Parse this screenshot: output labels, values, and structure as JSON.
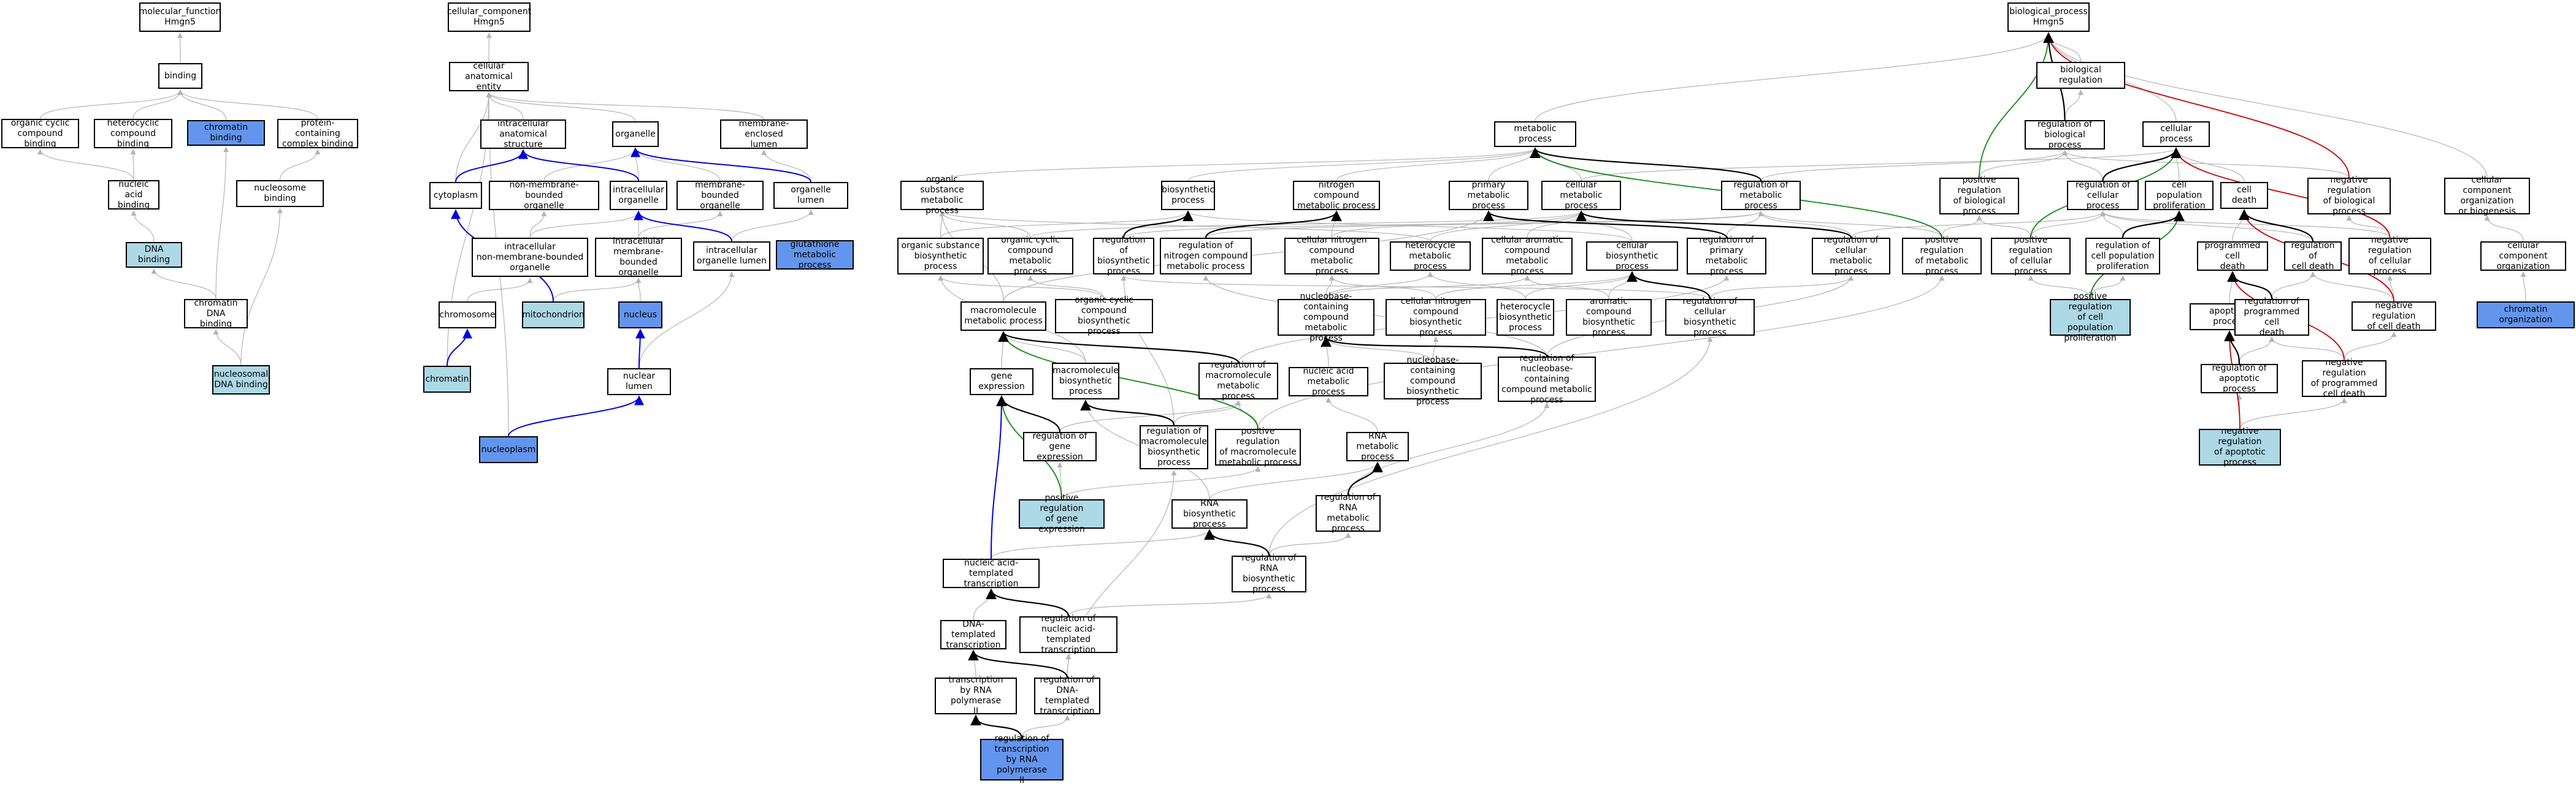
{
  "colors": {
    "node_fill": "#ffffff",
    "light_fill": "#add8e6",
    "dark_fill": "#6495ed",
    "edge_gray": "#b4b4b4",
    "edge_black": "#000000",
    "edge_blue": "#0000dd",
    "edge_green": "#118811",
    "edge_red": "#cc0000"
  },
  "nodes": {
    "mf_root": {
      "text": "molecular_function\nHmgn5",
      "fill": "white"
    },
    "binding": {
      "text": "binding",
      "fill": "white"
    },
    "ocb": {
      "text": "organic cyclic\ncompound binding",
      "fill": "white"
    },
    "hcb": {
      "text": "heterocyclic\ncompound binding",
      "fill": "white"
    },
    "chromatin_binding": {
      "text": "chromatin binding",
      "fill": "dark"
    },
    "pcc_binding": {
      "text": "protein-containing\ncomplex binding",
      "fill": "white"
    },
    "nab": {
      "text": "nucleic acid\nbinding",
      "fill": "white"
    },
    "nucleosome_binding": {
      "text": "nucleosome binding",
      "fill": "white"
    },
    "dna_binding": {
      "text": "DNA binding",
      "fill": "light"
    },
    "cdna_binding": {
      "text": "chromatin DNA\nbinding",
      "fill": "white"
    },
    "nucdna_binding": {
      "text": "nucleosomal\nDNA binding",
      "fill": "light"
    },
    "cc_root": {
      "text": "cellular_component\nHmgn5",
      "fill": "white"
    },
    "cae": {
      "text": "cellular anatomical\nentity",
      "fill": "white"
    },
    "ias": {
      "text": "intracellular\nanatomical structure",
      "fill": "white"
    },
    "organelle": {
      "text": "organelle",
      "fill": "white"
    },
    "mel": {
      "text": "membrane-enclosed\nlumen",
      "fill": "white"
    },
    "cytoplasm": {
      "text": "cytoplasm",
      "fill": "white"
    },
    "nmbo": {
      "text": "non-membrane-bounded\norganelle",
      "fill": "white"
    },
    "io": {
      "text": "intracellular\norganelle",
      "fill": "white"
    },
    "mbo": {
      "text": "membrane-bounded\norganelle",
      "fill": "white"
    },
    "ol": {
      "text": "organelle lumen",
      "fill": "white"
    },
    "inmbo": {
      "text": "intracellular\nnon-membrane-bounded\norganelle",
      "fill": "white"
    },
    "imbo": {
      "text": "intracellular\nmembrane-bounded\norganelle",
      "fill": "white"
    },
    "iol": {
      "text": "intracellular\norganelle lumen",
      "fill": "white"
    },
    "chromosome": {
      "text": "chromosome",
      "fill": "white"
    },
    "mitochondrion": {
      "text": "mitochondrion",
      "fill": "light"
    },
    "nucleus": {
      "text": "nucleus",
      "fill": "dark"
    },
    "chromatin": {
      "text": "chromatin",
      "fill": "light"
    },
    "nuclear_lumen": {
      "text": "nuclear lumen",
      "fill": "white"
    },
    "nucleoplasm": {
      "text": "nucleoplasm",
      "fill": "dark"
    },
    "glut": {
      "text": "glutathione\nmetabolic process",
      "fill": "dark"
    },
    "bp_root": {
      "text": "biological_process\nHmgn5",
      "fill": "white"
    },
    "bio_reg": {
      "text": "biological regulation",
      "fill": "white"
    },
    "metabolic_process": {
      "text": "metabolic process",
      "fill": "white"
    },
    "reg_bio": {
      "text": "regulation of\nbiological process",
      "fill": "white"
    },
    "cellular_process": {
      "text": "cellular process",
      "fill": "white"
    },
    "osmp": {
      "text": "organic substance\nmetabolic process",
      "fill": "white"
    },
    "bio_proc": {
      "text": "biosynthetic\nprocess",
      "fill": "white"
    },
    "ncmp": {
      "text": "nitrogen compound\nmetabolic process",
      "fill": "white"
    },
    "pmp": {
      "text": "primary metabolic\nprocess",
      "fill": "white"
    },
    "cmp": {
      "text": "cellular metabolic\nprocess",
      "fill": "white"
    },
    "rmp": {
      "text": "regulation of\nmetabolic process",
      "fill": "white"
    },
    "prbp": {
      "text": "positive regulation\nof biological\nprocess",
      "fill": "white"
    },
    "rcp": {
      "text": "regulation of\ncellular process",
      "fill": "white"
    },
    "cpp": {
      "text": "cell population\nproliferation",
      "fill": "white"
    },
    "cell_death": {
      "text": "cell death",
      "fill": "white"
    },
    "nrbp": {
      "text": "negative regulation\nof biological\nprocess",
      "fill": "white"
    },
    "ccob": {
      "text": "cellular component\norganization\nor biogenesis",
      "fill": "white"
    },
    "osbp": {
      "text": "organic substance\nbiosynthetic\nprocess",
      "fill": "white"
    },
    "occmp": {
      "text": "organic cyclic\ncompound metabolic\nprocess",
      "fill": "white"
    },
    "rbp": {
      "text": "regulation of\nbiosynthetic\nprocess",
      "fill": "white"
    },
    "rncmp": {
      "text": "regulation of\nnitrogen compound\nmetabolic process",
      "fill": "white"
    },
    "cncmp": {
      "text": "cellular nitrogen\ncompound metabolic\nprocess",
      "fill": "white"
    },
    "hmp": {
      "text": "heterocycle\nmetabolic process",
      "fill": "white"
    },
    "cacmp": {
      "text": "cellular aromatic\ncompound metabolic\nprocess",
      "fill": "white"
    },
    "cbp": {
      "text": "cellular biosynthetic\nprocess",
      "fill": "white"
    },
    "rpmp": {
      "text": "regulation of\nprimary metabolic\nprocess",
      "fill": "white"
    },
    "rcmp": {
      "text": "regulation of\ncellular metabolic\nprocess",
      "fill": "white"
    },
    "prmp": {
      "text": "positive regulation\nof metabolic\nprocess",
      "fill": "white"
    },
    "prcp": {
      "text": "positive regulation\nof cellular\nprocess",
      "fill": "white"
    },
    "rcpp": {
      "text": "regulation of\ncell population\nproliferation",
      "fill": "white"
    },
    "pcd": {
      "text": "programmed cell\ndeath",
      "fill": "white"
    },
    "rcd": {
      "text": "regulation of\ncell death",
      "fill": "white"
    },
    "nrcp": {
      "text": "negative regulation\nof cellular\nprocess",
      "fill": "white"
    },
    "cco": {
      "text": "cellular component\norganization",
      "fill": "white"
    },
    "mmp": {
      "text": "macromolecule\nmetabolic process",
      "fill": "white"
    },
    "occbp": {
      "text": "organic cyclic\ncompound biosynthetic\nprocess",
      "fill": "white"
    },
    "nccmp": {
      "text": "nucleobase-containing\ncompound metabolic\nprocess",
      "fill": "white"
    },
    "cncbp": {
      "text": "cellular nitrogen\ncompound biosynthetic\nprocess",
      "fill": "white"
    },
    "hbp": {
      "text": "heterocycle\nbiosynthetic\nprocess",
      "fill": "white"
    },
    "acbp": {
      "text": "aromatic compound\nbiosynthetic\nprocess",
      "fill": "white"
    },
    "rcbp": {
      "text": "regulation of\ncellular biosynthetic\nprocess",
      "fill": "white"
    },
    "prcpp": {
      "text": "positive regulation\nof cell population\nproliferation",
      "fill": "light"
    },
    "app": {
      "text": "apoptotic process",
      "fill": "white"
    },
    "rpcd": {
      "text": "regulation of\nprogrammed cell\ndeath",
      "fill": "white"
    },
    "nrcd": {
      "text": "negative regulation\nof cell death",
      "fill": "white"
    },
    "co": {
      "text": "chromatin organization",
      "fill": "dark"
    },
    "ge": {
      "text": "gene expression",
      "fill": "white"
    },
    "mbp": {
      "text": "macromolecule\nbiosynthetic\nprocess",
      "fill": "white"
    },
    "rmmp": {
      "text": "regulation of\nmacromolecule\nmetabolic process",
      "fill": "white"
    },
    "namp": {
      "text": "nucleic acid\nmetabolic process",
      "fill": "white"
    },
    "nccbp": {
      "text": "nucleobase-containing\ncompound biosynthetic\nprocess",
      "fill": "white"
    },
    "rnccmp": {
      "text": "regulation of\nnucleobase-containing\ncompound metabolic\nprocess",
      "fill": "white"
    },
    "rge": {
      "text": "regulation of\ngene expression",
      "fill": "white"
    },
    "rmbp": {
      "text": "regulation of\nmacromolecule\nbiosynthetic\nprocess",
      "fill": "white"
    },
    "prmmp": {
      "text": "positive regulation\nof macromolecule\nmetabolic process",
      "fill": "white"
    },
    "rnamp": {
      "text": "RNA metabolic\nprocess",
      "fill": "white"
    },
    "rap": {
      "text": "regulation of\napoptotic process",
      "fill": "white"
    },
    "nrpcd": {
      "text": "negative regulation\nof programmed\ncell death",
      "fill": "white"
    },
    "prge": {
      "text": "positive regulation\nof gene expression",
      "fill": "light"
    },
    "rnabp": {
      "text": "RNA biosynthetic\nprocess",
      "fill": "white"
    },
    "rrnamp": {
      "text": "regulation of\nRNA metabolic\nprocess",
      "fill": "white"
    },
    "nrap": {
      "text": "negative regulation\nof apoptotic\nprocess",
      "fill": "light"
    },
    "natt": {
      "text": "nucleic acid-templated\ntranscription",
      "fill": "white"
    },
    "rrnabp": {
      "text": "regulation of\nRNA biosynthetic\nprocess",
      "fill": "white"
    },
    "dtt": {
      "text": "DNA-templated\ntranscription",
      "fill": "white"
    },
    "rnatt": {
      "text": "regulation of\nnucleic acid-templated\ntranscription",
      "fill": "white"
    },
    "trp2": {
      "text": "transcription\nby RNA polymerase\nII",
      "fill": "white"
    },
    "rdtt": {
      "text": "regulation of\nDNA-templated\ntranscription",
      "fill": "white"
    },
    "rtrp2": {
      "text": "regulation of\ntranscription\nby RNA polymerase\nII",
      "fill": "dark"
    }
  },
  "edges": [
    [
      "binding",
      "mf_root",
      "gray"
    ],
    [
      "ocb",
      "binding",
      "gray"
    ],
    [
      "hcb",
      "binding",
      "gray"
    ],
    [
      "chromatin_binding",
      "binding",
      "gray"
    ],
    [
      "pcc_binding",
      "binding",
      "gray"
    ],
    [
      "nab",
      "ocb",
      "gray"
    ],
    [
      "nab",
      "hcb",
      "gray"
    ],
    [
      "nucleosome_binding",
      "pcc_binding",
      "gray"
    ],
    [
      "dna_binding",
      "nab",
      "gray"
    ],
    [
      "cdna_binding",
      "dna_binding",
      "gray"
    ],
    [
      "cdna_binding",
      "chromatin_binding",
      "gray"
    ],
    [
      "nucdna_binding",
      "cdna_binding",
      "gray"
    ],
    [
      "nucdna_binding",
      "nucleosome_binding",
      "gray"
    ],
    [
      "cae",
      "cc_root",
      "gray"
    ],
    [
      "ias",
      "cae",
      "gray"
    ],
    [
      "organelle",
      "cae",
      "gray"
    ],
    [
      "mel",
      "cae",
      "gray"
    ],
    [
      "cytoplasm",
      "ias",
      "blue"
    ],
    [
      "cytoplasm",
      "cae",
      "gray"
    ],
    [
      "nmbo",
      "organelle",
      "gray"
    ],
    [
      "mbo",
      "organelle",
      "gray"
    ],
    [
      "io",
      "organelle",
      "gray"
    ],
    [
      "io",
      "ias",
      "blue"
    ],
    [
      "ol",
      "organelle",
      "blue"
    ],
    [
      "ol",
      "mel",
      "gray"
    ],
    [
      "inmbo",
      "nmbo",
      "gray"
    ],
    [
      "inmbo",
      "io",
      "gray"
    ],
    [
      "imbo",
      "mbo",
      "gray"
    ],
    [
      "imbo",
      "io",
      "gray"
    ],
    [
      "iol",
      "ol",
      "gray"
    ],
    [
      "iol",
      "io",
      "blue"
    ],
    [
      "chromosome",
      "inmbo",
      "gray"
    ],
    [
      "mitochondrion",
      "imbo",
      "gray"
    ],
    [
      "mitochondrion",
      "cytoplasm",
      "blue"
    ],
    [
      "nucleus",
      "imbo",
      "gray"
    ],
    [
      "chromatin",
      "chromosome",
      "blue"
    ],
    [
      "chromatin",
      "cae",
      "gray"
    ],
    [
      "nuclear_lumen",
      "nucleus",
      "blue"
    ],
    [
      "nuclear_lumen",
      "iol",
      "gray"
    ],
    [
      "nucleoplasm",
      "nuclear_lumen",
      "blue"
    ],
    [
      "nucleoplasm",
      "cae",
      "gray"
    ],
    [
      "bio_reg",
      "bp_root",
      "gray"
    ],
    [
      "metabolic_process",
      "bp_root",
      "gray"
    ],
    [
      "reg_bio",
      "bio_reg",
      "gray"
    ],
    [
      "reg_bio",
      "bp_root",
      "black"
    ],
    [
      "cellular_process",
      "bp_root",
      "gray"
    ],
    [
      "osmp",
      "metabolic_process",
      "gray"
    ],
    [
      "bio_proc",
      "metabolic_process",
      "gray"
    ],
    [
      "ncmp",
      "metabolic_process",
      "gray"
    ],
    [
      "pmp",
      "metabolic_process",
      "gray"
    ],
    [
      "cmp",
      "metabolic_process",
      "gray"
    ],
    [
      "cmp",
      "cellular_process",
      "gray"
    ],
    [
      "rmp",
      "metabolic_process",
      "black"
    ],
    [
      "rmp",
      "reg_bio",
      "gray"
    ],
    [
      "prbp",
      "reg_bio",
      "gray"
    ],
    [
      "prbp",
      "bp_root",
      "green"
    ],
    [
      "rcp",
      "reg_bio",
      "gray"
    ],
    [
      "rcp",
      "cellular_process",
      "black"
    ],
    [
      "cpp",
      "cellular_process",
      "gray"
    ],
    [
      "cell_death",
      "cellular_process",
      "gray"
    ],
    [
      "nrbp",
      "reg_bio",
      "gray"
    ],
    [
      "nrbp",
      "bp_root",
      "red"
    ],
    [
      "ccob",
      "bp_root",
      "gray"
    ],
    [
      "osbp",
      "osmp",
      "gray"
    ],
    [
      "osbp",
      "bio_proc",
      "gray"
    ],
    [
      "occmp",
      "osmp",
      "gray"
    ],
    [
      "occmp",
      "cmp",
      "gray"
    ],
    [
      "rbp",
      "bio_proc",
      "black"
    ],
    [
      "rbp",
      "rmp",
      "gray"
    ],
    [
      "rncmp",
      "ncmp",
      "black"
    ],
    [
      "rncmp",
      "rmp",
      "gray"
    ],
    [
      "cncmp",
      "ncmp",
      "gray"
    ],
    [
      "cncmp",
      "cmp",
      "gray"
    ],
    [
      "hmp",
      "cmp",
      "gray"
    ],
    [
      "hmp",
      "osmp",
      "gray"
    ],
    [
      "cacmp",
      "cmp",
      "gray"
    ],
    [
      "cbp",
      "cmp",
      "gray"
    ],
    [
      "cbp",
      "bio_proc",
      "gray"
    ],
    [
      "rpmp",
      "pmp",
      "black"
    ],
    [
      "rpmp",
      "rmp",
      "gray"
    ],
    [
      "rcmp",
      "cmp",
      "black"
    ],
    [
      "rcmp",
      "rmp",
      "gray"
    ],
    [
      "rcmp",
      "rcp",
      "gray"
    ],
    [
      "prmp",
      "rmp",
      "gray"
    ],
    [
      "prmp",
      "prbp",
      "gray"
    ],
    [
      "prmp",
      "metabolic_process",
      "green"
    ],
    [
      "prcp",
      "rcp",
      "gray"
    ],
    [
      "prcp",
      "prbp",
      "gray"
    ],
    [
      "prcp",
      "cellular_process",
      "green"
    ],
    [
      "rcpp",
      "rcp",
      "gray"
    ],
    [
      "rcpp",
      "cpp",
      "black"
    ],
    [
      "pcd",
      "cell_death",
      "gray"
    ],
    [
      "rcd",
      "rcp",
      "gray"
    ],
    [
      "rcd",
      "cell_death",
      "black"
    ],
    [
      "nrcp",
      "rcp",
      "gray"
    ],
    [
      "nrcp",
      "nrbp",
      "gray"
    ],
    [
      "nrcp",
      "cellular_process",
      "red"
    ],
    [
      "cco",
      "ccob",
      "gray"
    ],
    [
      "mmp",
      "osmp",
      "gray"
    ],
    [
      "mmp",
      "pmp",
      "gray"
    ],
    [
      "occbp",
      "occmp",
      "gray"
    ],
    [
      "occbp",
      "osbp",
      "gray"
    ],
    [
      "nccmp",
      "cncmp",
      "gray"
    ],
    [
      "nccmp",
      "hmp",
      "gray"
    ],
    [
      "nccmp",
      "cacmp",
      "gray"
    ],
    [
      "cncbp",
      "cncmp",
      "gray"
    ],
    [
      "cncbp",
      "cbp",
      "gray"
    ],
    [
      "hbp",
      "hmp",
      "gray"
    ],
    [
      "hbp",
      "cbp",
      "gray"
    ],
    [
      "acbp",
      "cacmp",
      "gray"
    ],
    [
      "acbp",
      "cbp",
      "gray"
    ],
    [
      "rcbp",
      "cbp",
      "black"
    ],
    [
      "rcbp",
      "rbp",
      "gray"
    ],
    [
      "rcbp",
      "rcmp",
      "gray"
    ],
    [
      "prcpp",
      "rcpp",
      "gray"
    ],
    [
      "prcpp",
      "prcp",
      "gray"
    ],
    [
      "prcpp",
      "cpp",
      "green"
    ],
    [
      "app",
      "pcd",
      "gray"
    ],
    [
      "rpcd",
      "rcd",
      "gray"
    ],
    [
      "rpcd",
      "pcd",
      "black"
    ],
    [
      "nrcd",
      "rcd",
      "gray"
    ],
    [
      "nrcd",
      "nrcp",
      "gray"
    ],
    [
      "nrcd",
      "cell_death",
      "red"
    ],
    [
      "co",
      "cco",
      "gray"
    ],
    [
      "ge",
      "mmp",
      "gray"
    ],
    [
      "mbp",
      "mmp",
      "gray"
    ],
    [
      "mbp",
      "osbp",
      "gray"
    ],
    [
      "rmmp",
      "mmp",
      "black"
    ],
    [
      "rmmp",
      "rpmp",
      "gray"
    ],
    [
      "namp",
      "nccmp",
      "gray"
    ],
    [
      "nccbp",
      "nccmp",
      "gray"
    ],
    [
      "nccbp",
      "cncbp",
      "gray"
    ],
    [
      "rnccmp",
      "nccmp",
      "black"
    ],
    [
      "rnccmp",
      "rncmp",
      "gray"
    ],
    [
      "rnccmp",
      "rcmp",
      "gray"
    ],
    [
      "rge",
      "ge",
      "black"
    ],
    [
      "rge",
      "rmmp",
      "gray"
    ],
    [
      "rmbp",
      "mbp",
      "black"
    ],
    [
      "rmbp",
      "rbp",
      "gray"
    ],
    [
      "rmbp",
      "rmmp",
      "gray"
    ],
    [
      "prmmp",
      "rmmp",
      "gray"
    ],
    [
      "prmmp",
      "prmp",
      "gray"
    ],
    [
      "prmmp",
      "mmp",
      "green"
    ],
    [
      "rnamp",
      "namp",
      "gray"
    ],
    [
      "rap",
      "rpcd",
      "gray"
    ],
    [
      "rap",
      "app",
      "black"
    ],
    [
      "nrpcd",
      "rpcd",
      "gray"
    ],
    [
      "nrpcd",
      "nrcd",
      "gray"
    ],
    [
      "nrpcd",
      "pcd",
      "red"
    ],
    [
      "prge",
      "rge",
      "gray"
    ],
    [
      "prge",
      "prmmp",
      "gray"
    ],
    [
      "prge",
      "ge",
      "green"
    ],
    [
      "rnabp",
      "rnamp",
      "gray"
    ],
    [
      "rnabp",
      "mbp",
      "gray"
    ],
    [
      "rrnamp",
      "rnamp",
      "black"
    ],
    [
      "rrnamp",
      "rnccmp",
      "gray"
    ],
    [
      "nrap",
      "rap",
      "gray"
    ],
    [
      "nrap",
      "nrpcd",
      "gray"
    ],
    [
      "nrap",
      "app",
      "red"
    ],
    [
      "natt",
      "rnabp",
      "gray"
    ],
    [
      "natt",
      "ge",
      "blue"
    ],
    [
      "rrnabp",
      "rnabp",
      "black"
    ],
    [
      "rrnabp",
      "rrnamp",
      "gray"
    ],
    [
      "rrnabp",
      "rcbp",
      "gray"
    ],
    [
      "dtt",
      "natt",
      "gray"
    ],
    [
      "rnatt",
      "natt",
      "black"
    ],
    [
      "rnatt",
      "rrnabp",
      "gray"
    ],
    [
      "trp2",
      "dtt",
      "gray"
    ],
    [
      "rdtt",
      "dtt",
      "black"
    ],
    [
      "rdtt",
      "rnatt",
      "gray"
    ],
    [
      "rdtt",
      "rmbp",
      "gray"
    ],
    [
      "rtrp2",
      "trp2",
      "black"
    ],
    [
      "rtrp2",
      "rdtt",
      "gray"
    ]
  ]
}
